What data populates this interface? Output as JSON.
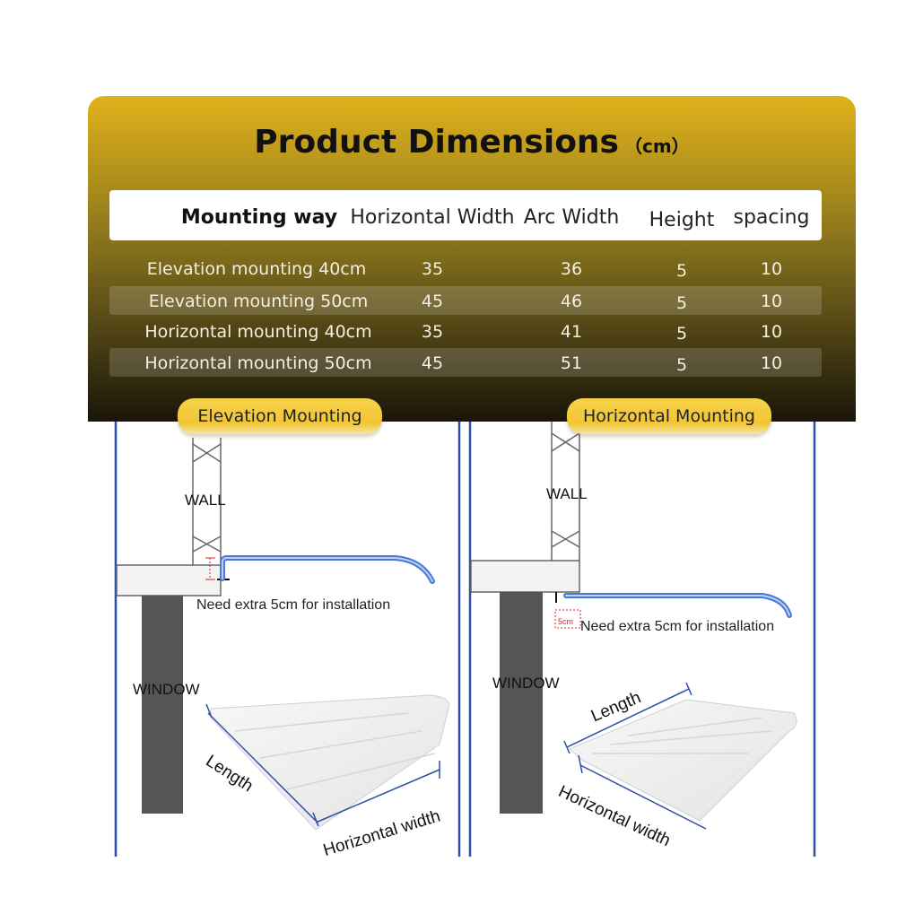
{
  "header": {
    "title": "Product Dimensions",
    "unit": "（cm）"
  },
  "table": {
    "columns": [
      "Mounting way",
      "Horizontal Width",
      "Arc Width",
      "Height",
      "spacing"
    ],
    "rows": [
      [
        "Elevation mounting 40cm",
        "35",
        "36",
        "5",
        "10"
      ],
      [
        "Elevation mounting 50cm",
        "45",
        "46",
        "5",
        "10"
      ],
      [
        "Horizontal mounting 40cm",
        "35",
        "41",
        "5",
        "10"
      ],
      [
        "Horizontal mounting 50cm",
        "45",
        "51",
        "5",
        "10"
      ]
    ]
  },
  "left_diagram": {
    "tab": "Elevation Mounting",
    "wall": "WALL",
    "window": "WINDOW",
    "note": "Need extra 5cm for installation",
    "length": "Length",
    "width": "Horizontal width"
  },
  "right_diagram": {
    "tab": "Horizontal Mounting",
    "wall": "WALL",
    "window": "WINDOW",
    "note": "Need extra 5cm for installation",
    "length": "Length",
    "width": "Horizontal width",
    "dim": "5cm"
  },
  "colors": {
    "banner_top": "#e0b21c",
    "banner_bottom": "#1a1608",
    "accent_line": "#2a4fa8",
    "awning_blue": "#4a78d8"
  }
}
